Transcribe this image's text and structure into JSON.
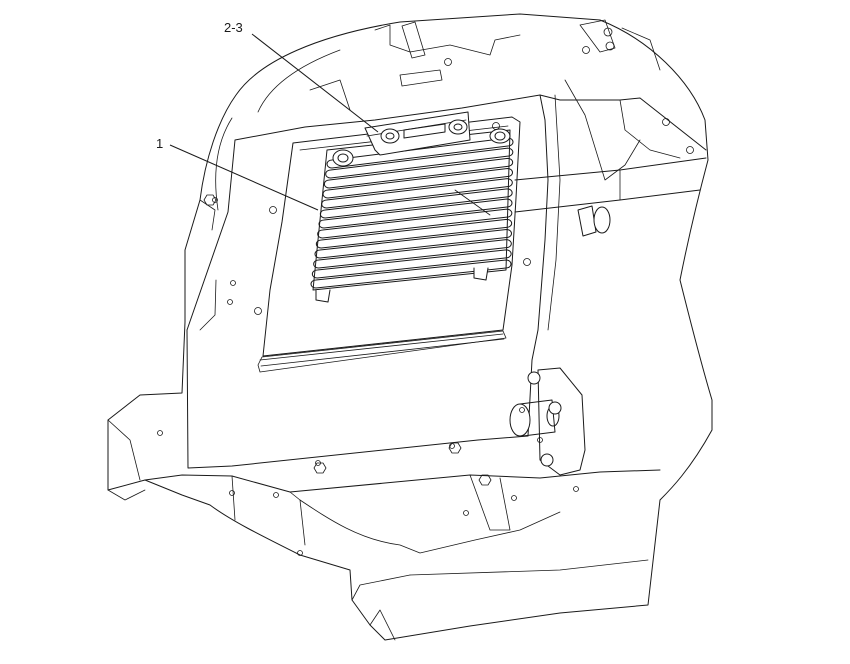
{
  "callouts": [
    {
      "id": "callout-2-3",
      "label": "2-3"
    },
    {
      "id": "callout-1",
      "label": "1"
    }
  ],
  "colors": {
    "line": "#1a1a1a",
    "background": "#ffffff"
  }
}
